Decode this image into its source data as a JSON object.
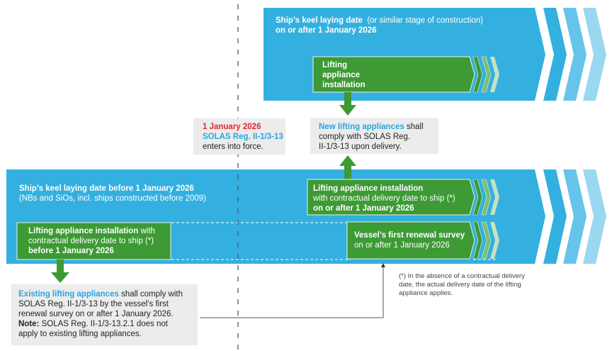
{
  "colors": {
    "band_blue": "#33b0e0",
    "chevron_blue_1": "#33b0e0",
    "chevron_blue_2": "#66c3ea",
    "chevron_blue_3": "#9ad7f1",
    "green": "#3d9a35",
    "chevron_green_2": "#7bbf6f",
    "chevron_green_3": "#c6e2bf",
    "gray_box": "#ececec",
    "red": "#e8232c",
    "accent_blue": "#2aa6dc"
  },
  "top_band": {
    "title_bold": "Ship’s keel laying date",
    "title_normal": "(or similar stage of construction)",
    "subtitle_bold": "on or after 1 January 2026",
    "installation_box": {
      "line1": "Lifting",
      "line2": "appliance",
      "line3": "installation"
    }
  },
  "entry_box": {
    "date": "1 January 2026",
    "regulation": "SOLAS Reg. II-1/3-13",
    "text": "enters into force."
  },
  "new_box": {
    "highlight": "New lifting appliances",
    "line1_rest": " shall",
    "line2": "comply with SOLAS Reg.",
    "line3": "II-1/3-13 upon delivery."
  },
  "bottom_band": {
    "title_bold": "Ship’s keel laying date before 1 January 2026",
    "subtitle": "(NBs and SiOs, incl. ships constructed before 2009)",
    "left_box": {
      "line1_bold": "Lifting appliance installation",
      "line1_rest": " with",
      "line2": "contractual delivery date to ship (*)",
      "line3_bold": "before 1 January 2026"
    },
    "right_box_upper": {
      "line1_bold": "Lifting appliance installation",
      "line2": "with contractual delivery date to ship (*)",
      "line3_bold": "on or after 1 January 2026"
    },
    "right_box_lower": {
      "line1_bold": "Vessel’s first renewal survey",
      "line2": "on or after 1 January 2026"
    }
  },
  "existing_box": {
    "highlight": "Existing lifting appliances",
    "line1_rest": " shall comply with",
    "line2": "SOLAS Reg. II-1/3-13 by the vessel’s first",
    "line3": "renewal survey on or after 1 January 2026.",
    "note_label": "Note:",
    "note_rest": " SOLAS Reg. II-1/3-13.2.1 does not",
    "line5": "apply to existing lifting appliances."
  },
  "footnote": {
    "line1": "(*) In the absence of a contractual delivery",
    "line2": "date, the actual delivery date of the lifting",
    "line3": "appliance applies."
  }
}
